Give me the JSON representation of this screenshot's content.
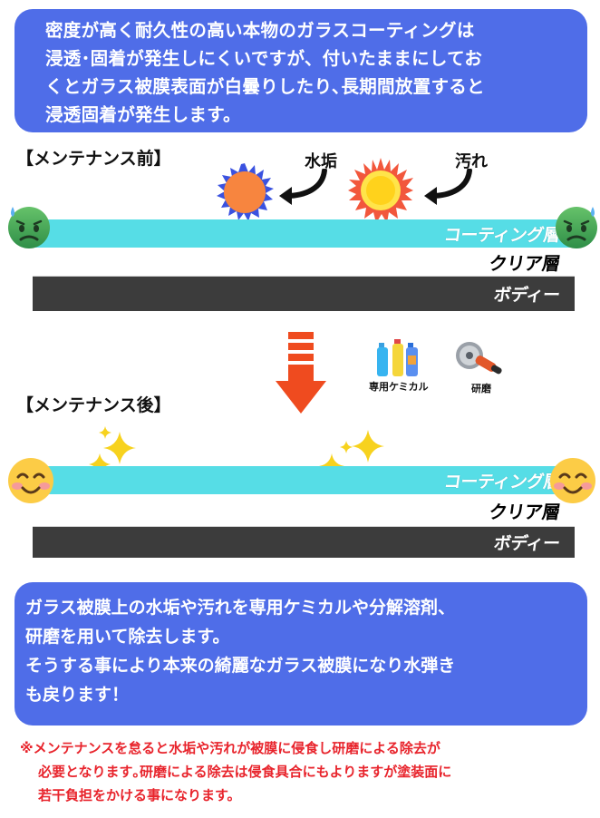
{
  "intro": {
    "lines": [
      "密度が高く耐久性の高い本物のガラスコーティングは",
      "浸透･固着が発生しにくいですが、付いたままにしてお",
      "くとガラス被膜表面が白曇りしたり､長期間放置すると",
      "浸透固着が発生します。"
    ]
  },
  "before": {
    "title": "【メンテナンス前】",
    "callout_water": "水垢",
    "callout_dirt": "汚れ"
  },
  "after": {
    "title": "【メンテナンス後】"
  },
  "layers": {
    "coating": "コーティング層",
    "clear": "クリア層",
    "body": "ボディー"
  },
  "tools": {
    "chemical": "専用ケミカル",
    "polish": "研磨"
  },
  "summary": {
    "lines": [
      "ガラス被膜上の水垢や汚れを専用ケミカルや分解溶剤、",
      "研磨を用いて除去します。",
      "そうする事により本来の綺麗なガラス被膜になり水弾き",
      "も戻ります！"
    ]
  },
  "note": {
    "lines": [
      "※メンテナンスを怠ると水垢や汚れが被膜に侵食し研磨による除去が",
      "必要となります｡研磨による除去は侵食具合にもよりますが塗装面に",
      "若干負担をかける事になります。"
    ]
  },
  "colors": {
    "bubble": "#4f6de8",
    "coating": "#56dde6",
    "body": "#3c3c3c",
    "arrow": "#ef4b1f",
    "note": "#e8242c"
  },
  "icons": [
    "anxious-face-icon",
    "smiling-face-icon",
    "sparkles-icon",
    "spray-bottles-icon",
    "polisher-icon",
    "down-arrow-icon",
    "water-stain-icon",
    "dirt-stain-icon"
  ]
}
